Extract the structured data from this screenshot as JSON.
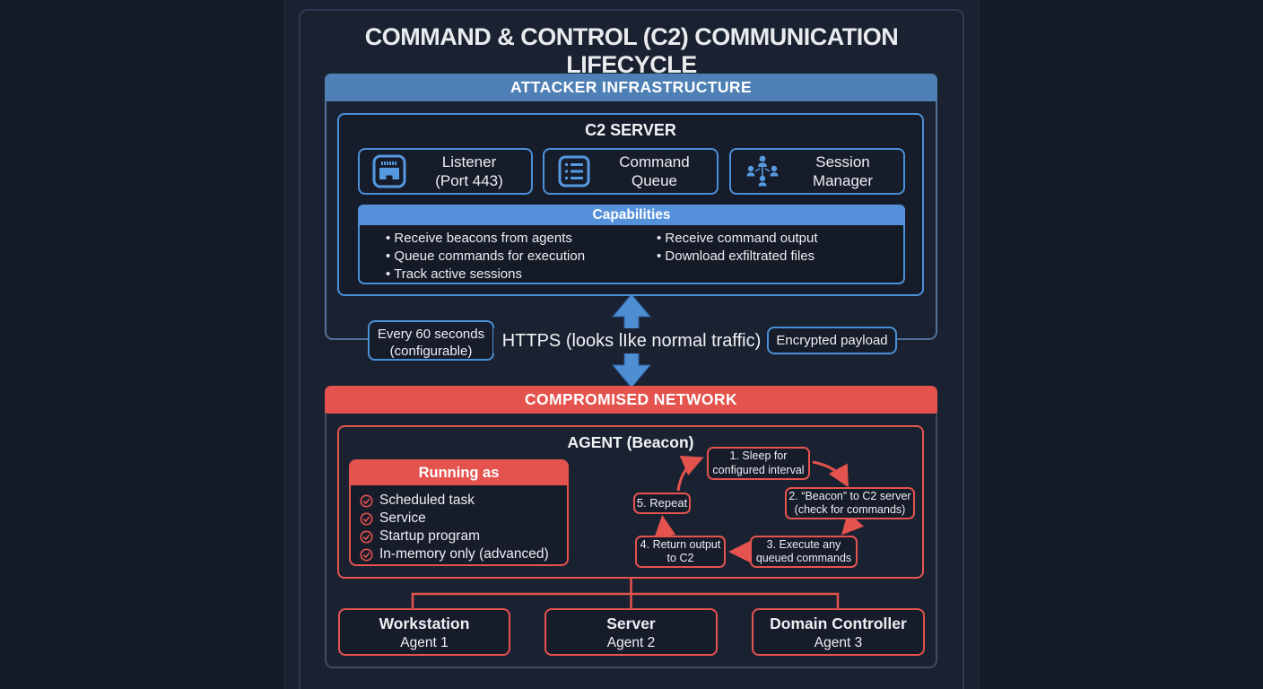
{
  "title": "COMMAND & CONTROL (C2) COMMUNICATION LIFECYCLE",
  "colors": {
    "section_blue": "#4e80b6",
    "accent_blue": "#4a90d8",
    "capabilities_blue": "#5591da",
    "icon_blue": "#5599e0",
    "accent_red": "#e4534e",
    "background": "#1a2231"
  },
  "attacker": {
    "header": "ATTACKER INFRASTRUCTURE",
    "c2_server": {
      "title": "C2 SERVER",
      "components": [
        {
          "icon": "ethernet-port-icon",
          "label_line1": "Listener",
          "label_line2": "(Port 443)"
        },
        {
          "icon": "list-icon",
          "label_line1": "Command",
          "label_line2": "Queue"
        },
        {
          "icon": "people-network-icon",
          "label_line1": "Session",
          "label_line2": "Manager"
        }
      ],
      "capabilities": {
        "title": "Capabilities",
        "left": [
          "Receive beacons from agents",
          "Queue commands for execution",
          "Track active sessions"
        ],
        "right": [
          "Receive command output",
          "Download exfiltrated files"
        ]
      }
    }
  },
  "channel": {
    "interval_line1": "Every 60 seconds",
    "interval_line2": "(configurable)",
    "protocol_label": "HTTPS (looks lIke normal traffic)",
    "payload_note": "Encrypted payload"
  },
  "compromised": {
    "header": "COMPROMISED NETWORK",
    "agent": {
      "title": "AGENT (Beacon)",
      "running_as": {
        "title": "Running as",
        "items": [
          "Scheduled task",
          "Service",
          "Startup program",
          "In-memory only (advanced)"
        ]
      },
      "cycle": [
        {
          "line1": "1. Sleep for",
          "line2": "configured interval"
        },
        {
          "line1": "2. “Beacon” to C2 server",
          "line2": "(check for commands)"
        },
        {
          "line1": "3. Execute any",
          "line2": "queued commands"
        },
        {
          "line1": "4. Return output",
          "line2": "to C2"
        },
        {
          "line1": "5. Repeat",
          "line2": ""
        }
      ]
    },
    "hosts": [
      {
        "name": "Workstation",
        "agent": "Agent 1"
      },
      {
        "name": "Server",
        "agent": "Agent 2"
      },
      {
        "name": "Domain Controller",
        "agent": "Agent 3"
      }
    ]
  }
}
